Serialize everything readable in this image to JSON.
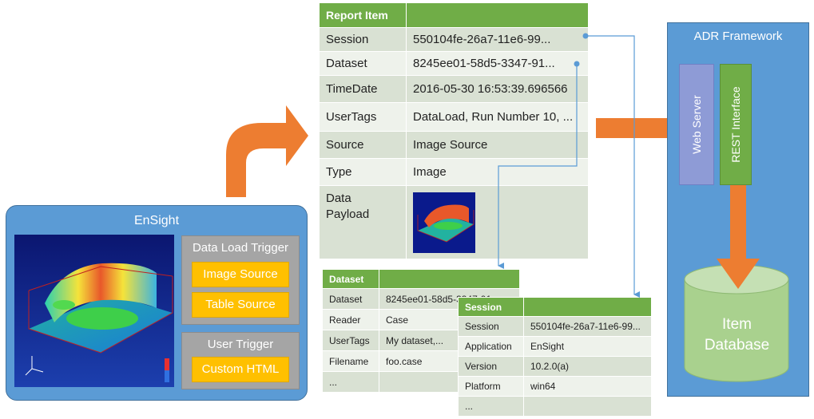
{
  "ensight": {
    "title": "EnSight",
    "data_load_trigger": "Data Load Trigger",
    "image_source": "Image Source",
    "table_source": "Table Source",
    "user_trigger": "User Trigger",
    "custom_html": "Custom HTML"
  },
  "report_item": {
    "header": "Report Item",
    "rows": [
      {
        "key": "Session",
        "value": "550104fe-26a7-11e6-99..."
      },
      {
        "key": "Dataset",
        "value": "8245ee01-58d5-3347-91..."
      },
      {
        "key": "TimeDate",
        "value": "2016-05-30 16:53:39.696566"
      },
      {
        "key": "UserTags",
        "value": "DataLoad, Run Number 10, ..."
      },
      {
        "key": "Source",
        "value": "Image Source"
      },
      {
        "key": "Type",
        "value": "Image"
      },
      {
        "key": "Data Payload",
        "value": ""
      }
    ]
  },
  "dataset_table": {
    "header": "Dataset",
    "rows": [
      {
        "key": "Dataset",
        "value": "8245ee01-58d5-3347-91..."
      },
      {
        "key": "Reader",
        "value": "Case"
      },
      {
        "key": "UserTags",
        "value": "My dataset,..."
      },
      {
        "key": "Filename",
        "value": "foo.case"
      },
      {
        "key": "...",
        "value": ""
      }
    ]
  },
  "session_table": {
    "header": "Session",
    "rows": [
      {
        "key": "Session",
        "value": "550104fe-26a7-11e6-99..."
      },
      {
        "key": "Application",
        "value": "EnSight"
      },
      {
        "key": "Version",
        "value": "10.2.0(a)"
      },
      {
        "key": "Platform",
        "value": "win64"
      },
      {
        "key": "...",
        "value": ""
      }
    ]
  },
  "adr": {
    "title": "ADR Framework",
    "web_server": "Web Server",
    "rest_interface": "REST Interface",
    "item_database_line1": "Item",
    "item_database_line2": "Database"
  },
  "colors": {
    "panel_blue": "#5b9bd5",
    "header_green": "#70ad47",
    "trigger_gray": "#a5a5a5",
    "button_yellow": "#ffc000",
    "arrow_orange": "#ed7d31",
    "web_server_purple": "#8e9bd6",
    "database_green": "#a9d18e"
  }
}
